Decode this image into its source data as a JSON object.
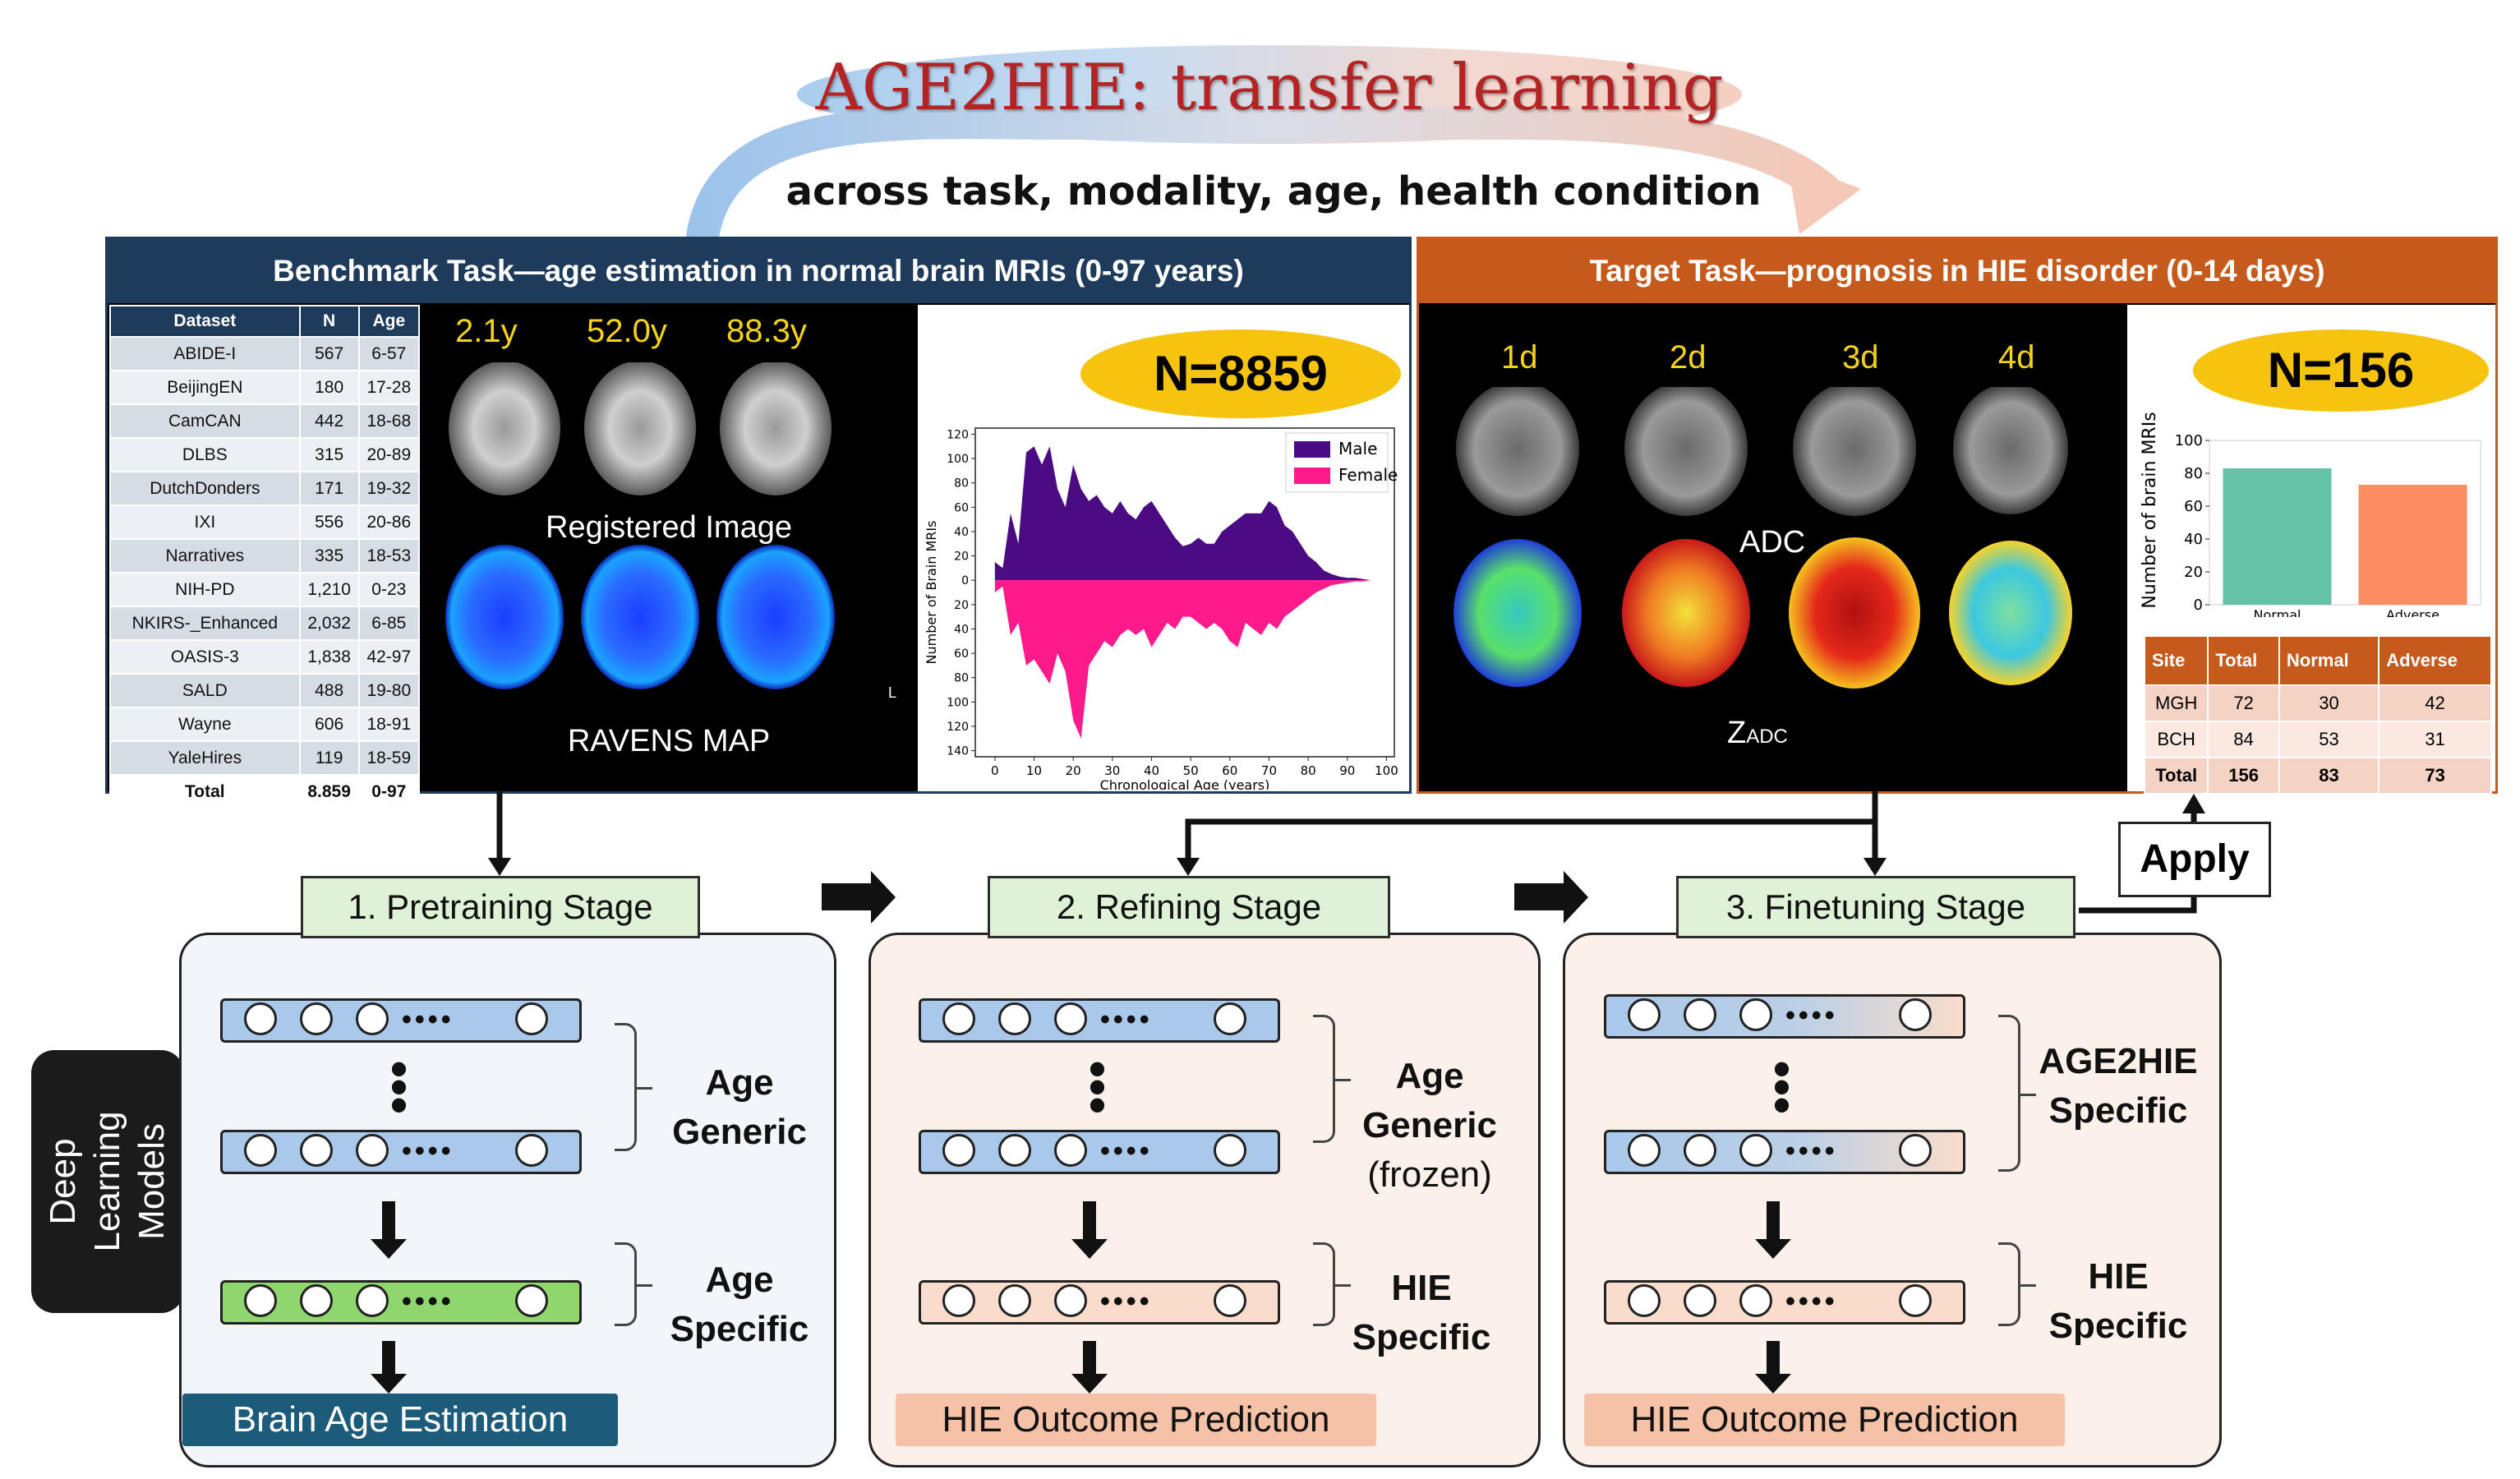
{
  "header": {
    "title": "AGE2HIE: transfer learning",
    "subtitle": "across task, modality, age, health condition"
  },
  "benchmark": {
    "title": "Benchmark Task—age estimation in normal brain MRIs (0-97 years)",
    "table_headers": [
      "Dataset",
      "N",
      "Age"
    ],
    "table_rows": [
      [
        "ABIDE-I",
        "567",
        "6-57"
      ],
      [
        "BeijingEN",
        "180",
        "17-28"
      ],
      [
        "CamCAN",
        "442",
        "18-68"
      ],
      [
        "DLBS",
        "315",
        "20-89"
      ],
      [
        "DutchDonders",
        "171",
        "19-32"
      ],
      [
        "IXI",
        "556",
        "20-86"
      ],
      [
        "Narratives",
        "335",
        "18-53"
      ],
      [
        "NIH-PD",
        "1,210",
        "0-23"
      ],
      [
        "NKIRS-_Enhanced",
        "2,032",
        "6-85"
      ],
      [
        "OASIS-3",
        "1,838",
        "42-97"
      ],
      [
        "SALD",
        "488",
        "19-80"
      ],
      [
        "Wayne",
        "606",
        "18-91"
      ],
      [
        "YaleHires",
        "119",
        "18-59"
      ]
    ],
    "table_total": [
      "Total",
      "8.859",
      "0-97"
    ],
    "ages": [
      "2.1y",
      "52.0y",
      "88.3y"
    ],
    "registered_label": "Registered Image",
    "ravens_label": "RAVENS MAP",
    "l_marker": "L",
    "badge": "N=8859"
  },
  "target": {
    "title": "Target Task—prognosis in HIE disorder (0-14 days)",
    "days": [
      "1d",
      "2d",
      "3d",
      "4d"
    ],
    "adc_label": "ADC",
    "zadc_label": "Z",
    "zadc_sub": "ADC",
    "badge": "N=156",
    "site_headers": [
      "Site",
      "Total",
      "Normal",
      "Adverse"
    ],
    "site_rows": [
      [
        "MGH",
        "72",
        "30",
        "42"
      ],
      [
        "BCH",
        "84",
        "53",
        "31"
      ],
      [
        "Total",
        "156",
        "83",
        "73"
      ]
    ]
  },
  "apply_label": "Apply",
  "side_label": [
    "Deep",
    "Learning",
    "Models"
  ],
  "stages": [
    {
      "label": "1. Pretraining Stage",
      "top_label": [
        "Age",
        "Generic"
      ],
      "bottom_label": [
        "Age",
        "Specific"
      ],
      "output": "Brain Age Estimation"
    },
    {
      "label": "2. Refining Stage",
      "top_label": [
        "Age",
        "Generic",
        "(frozen)"
      ],
      "bottom_label": [
        "HIE",
        "Specific"
      ],
      "output": "HIE Outcome Prediction"
    },
    {
      "label": "3. Finetuning Stage",
      "top_label": [
        "AGE2HIE",
        "Specific"
      ],
      "bottom_label": [
        "HIE",
        "Specific"
      ],
      "output": "HIE Outcome Prediction"
    }
  ],
  "colors": {
    "benchmark_header": "#1f3b5c",
    "target_header": "#c55a1c",
    "title_red": "#b52424",
    "male": "#4b0b82",
    "female": "#ff1a8c",
    "normal_bar": "#66c2a5",
    "adverse_bar": "#fc8d62",
    "badge_yellow": "#f6c30f",
    "stage_green": "#dff2d8",
    "layer_blue": "#a9c8ea",
    "layer_green": "#8fd66e",
    "layer_peach": "#f9dccb",
    "output_blue": "#1d5b7a",
    "output_peach": "#f6c2a7"
  },
  "chart_data": [
    {
      "type": "area",
      "xlabel": "Chronological Age (years)",
      "ylabel": "Number of Brain MRIs",
      "xlim": [
        -5,
        102
      ],
      "ylim": [
        -145,
        125
      ],
      "xticks": [
        0,
        10,
        20,
        30,
        40,
        50,
        60,
        70,
        80,
        90,
        100
      ],
      "yticks": [
        120,
        100,
        80,
        60,
        40,
        20,
        0,
        20,
        40,
        60,
        80,
        100,
        120,
        140
      ],
      "legend_position": "top-right",
      "x": [
        0,
        2,
        4,
        6,
        8,
        10,
        12,
        14,
        16,
        18,
        20,
        22,
        24,
        26,
        28,
        30,
        32,
        34,
        36,
        38,
        40,
        42,
        44,
        46,
        48,
        50,
        52,
        54,
        56,
        58,
        60,
        62,
        64,
        66,
        68,
        70,
        72,
        74,
        76,
        78,
        80,
        82,
        84,
        86,
        88,
        90,
        92,
        94,
        96
      ],
      "series": [
        {
          "name": "Male",
          "values": [
            15,
            10,
            55,
            30,
            105,
            110,
            95,
            110,
            75,
            60,
            95,
            75,
            65,
            70,
            60,
            55,
            65,
            55,
            50,
            60,
            65,
            55,
            45,
            35,
            28,
            30,
            35,
            30,
            30,
            40,
            45,
            50,
            55,
            55,
            55,
            65,
            60,
            45,
            40,
            30,
            20,
            15,
            8,
            5,
            3,
            2,
            2,
            1,
            0
          ]
        },
        {
          "name": "Female",
          "values": [
            -10,
            -5,
            -45,
            -35,
            -70,
            -65,
            -75,
            -85,
            -60,
            -75,
            -115,
            -130,
            -70,
            -60,
            -50,
            -55,
            -45,
            -40,
            -45,
            -40,
            -55,
            -45,
            -35,
            -40,
            -30,
            -30,
            -35,
            -40,
            -35,
            -40,
            -50,
            -55,
            -35,
            -40,
            -45,
            -35,
            -40,
            -30,
            -25,
            -20,
            -15,
            -10,
            -7,
            -4,
            -3,
            -2,
            -1,
            -1,
            0
          ]
        }
      ]
    },
    {
      "type": "bar",
      "categories": [
        "Normal",
        "Adverse"
      ],
      "values": [
        83,
        73
      ],
      "ylabel": "Number of brain MRIs",
      "ylim": [
        0,
        100
      ],
      "yticks": [
        0,
        20,
        40,
        60,
        80,
        100
      ]
    }
  ]
}
